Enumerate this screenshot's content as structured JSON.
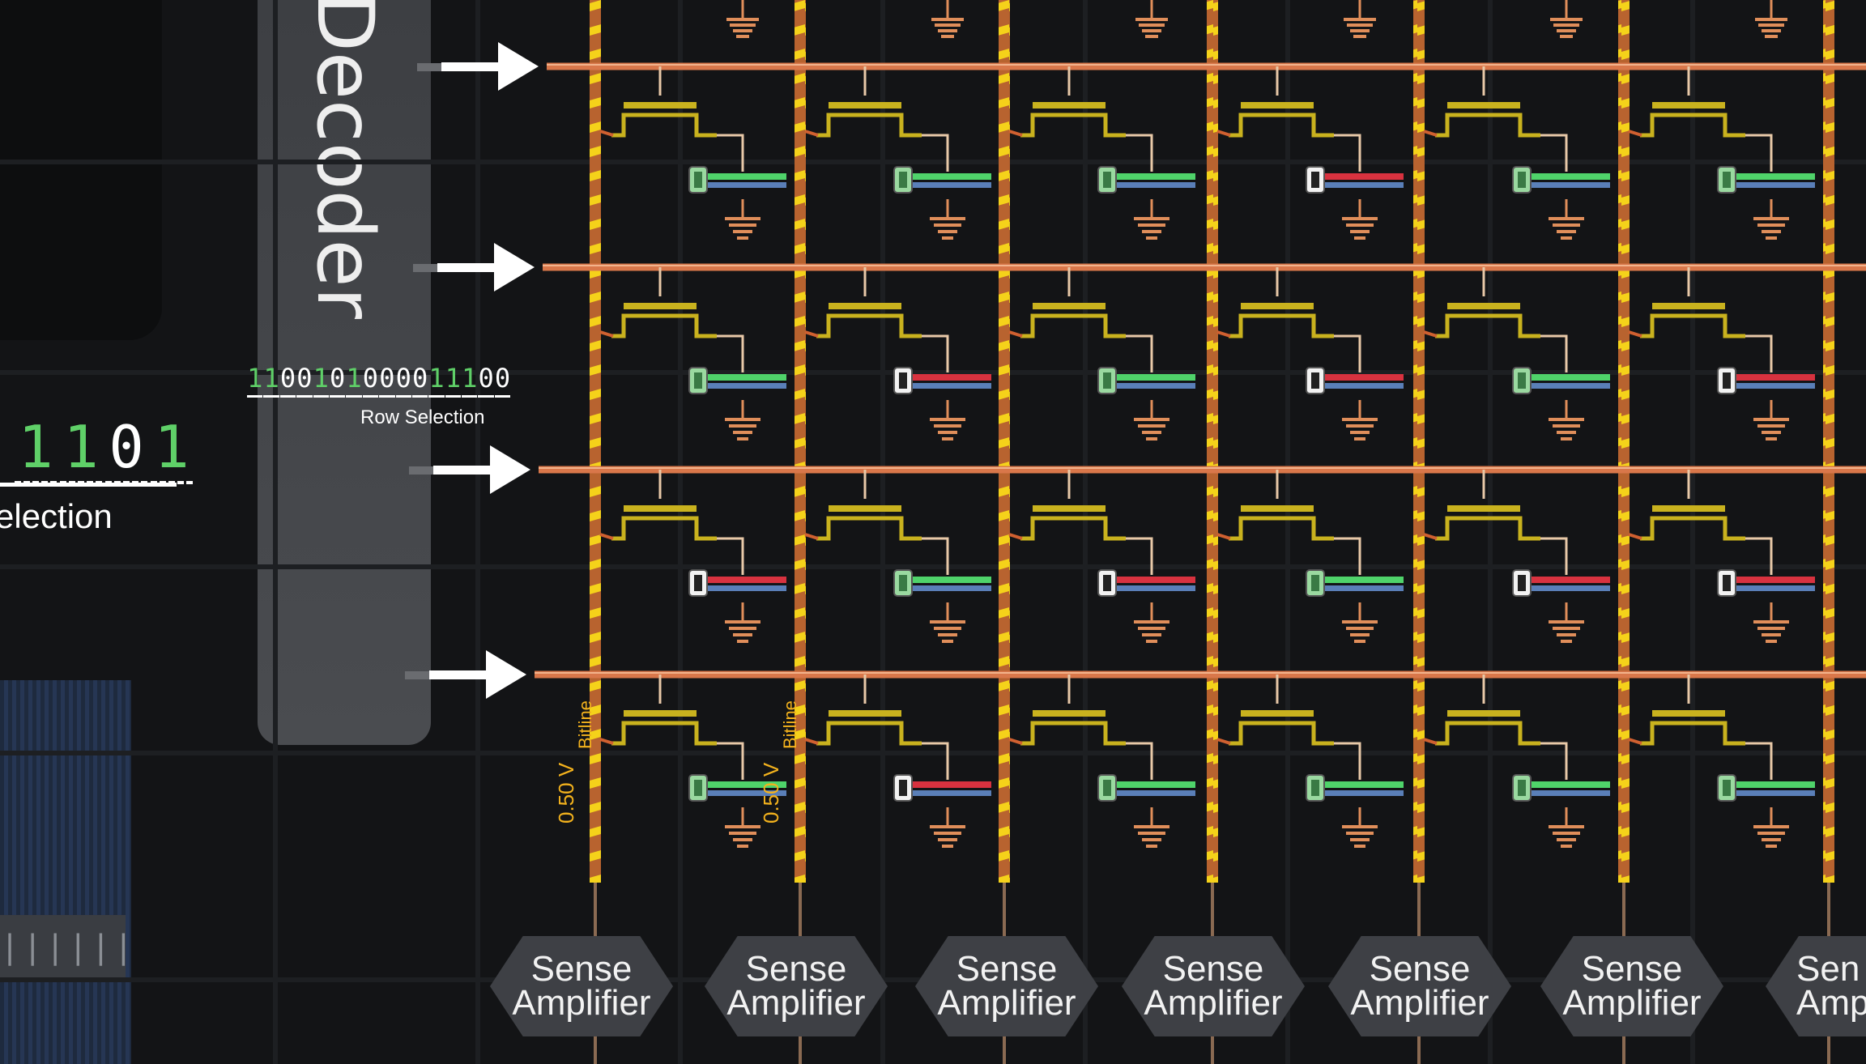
{
  "decoder": {
    "title": "Decoder"
  },
  "row_selection": {
    "bits": [
      "1",
      "1",
      "0",
      "0",
      "1",
      "0",
      "1",
      "0",
      "0",
      "0",
      "0",
      "1",
      "1",
      "1",
      "0",
      "0"
    ],
    "bit_colors": [
      "#5fd068",
      "#5fd068",
      "#ffffff",
      "#ffffff",
      "#5fd068",
      "#ffffff",
      "#5fd068",
      "#ffffff",
      "#ffffff",
      "#ffffff",
      "#ffffff",
      "#5fd068",
      "#5fd068",
      "#5fd068",
      "#ffffff",
      "#ffffff"
    ],
    "label": "Row Selection"
  },
  "column_selection": {
    "bits": [
      "1",
      "1",
      "0",
      "1"
    ],
    "bit_colors": [
      "#5fd068",
      "#5fd068",
      "#ffffff",
      "#5fd068"
    ],
    "label": "election"
  },
  "chip_strip_text": "|||||| : :",
  "bitlines": [
    {
      "label": "Bitline",
      "voltage": "0.50 V"
    },
    {
      "label": "Bitline",
      "voltage": "0.50 V"
    }
  ],
  "sense_amplifiers": [
    {
      "line1": "Sense",
      "line2": "Amplifier"
    },
    {
      "line1": "Sense",
      "line2": "Amplifier"
    },
    {
      "line1": "Sense",
      "line2": "Amplifier"
    },
    {
      "line1": "Sense",
      "line2": "Amplifier"
    },
    {
      "line1": "Sense",
      "line2": "Amplifier"
    },
    {
      "line1": "Sense",
      "line2": "Amplifier"
    },
    {
      "line1": "Sen",
      "line2": "Amp"
    }
  ],
  "cells": [
    [
      "charged",
      "charged",
      "charged",
      "empty",
      "charged",
      "charged"
    ],
    [
      "charged",
      "empty",
      "charged",
      "empty",
      "charged",
      "empty"
    ],
    [
      "empty",
      "charged",
      "empty",
      "charged",
      "empty",
      "empty"
    ],
    [
      "charged",
      "empty",
      "charged",
      "charged",
      "charged",
      "charged"
    ]
  ],
  "colors": {
    "wordline": "#d9774a",
    "bitline": "#b8632f",
    "bitline_stripe": "#f5d21a",
    "transistor": "#c9b21e",
    "charged": "#4fd36a",
    "empty": "#d8323f",
    "capacitor_plate": "#5a7fb8",
    "ground": "#e08e5a"
  }
}
